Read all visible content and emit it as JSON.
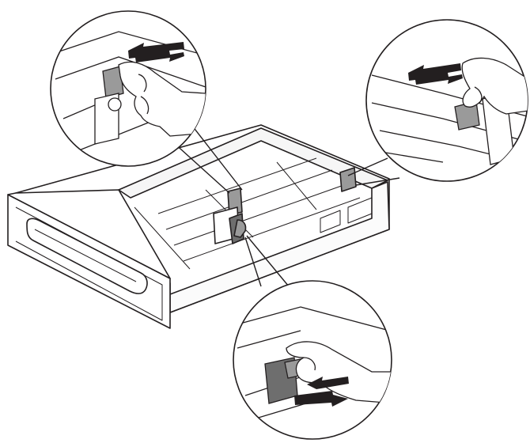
{
  "figure": {
    "kind": "line-illustration",
    "colors": {
      "line": "#231f20",
      "paper": "#ffffff",
      "grey_part": "#9a9a9a",
      "dark_part": "#6e6e6e",
      "arrow": "#231f20"
    },
    "callouts": [
      {
        "id": "top-left",
        "arrow_direction": "bidirectional",
        "subject": "hand-on-length-guide"
      },
      {
        "id": "top-right",
        "arrow_direction": "bidirectional",
        "subject": "hand-on-rear-guide"
      },
      {
        "id": "bottom",
        "arrow_direction": "bidirectional",
        "subject": "hand-on-width-guide"
      }
    ],
    "icons": [
      "hand-icon",
      "double-arrow-icon"
    ]
  }
}
